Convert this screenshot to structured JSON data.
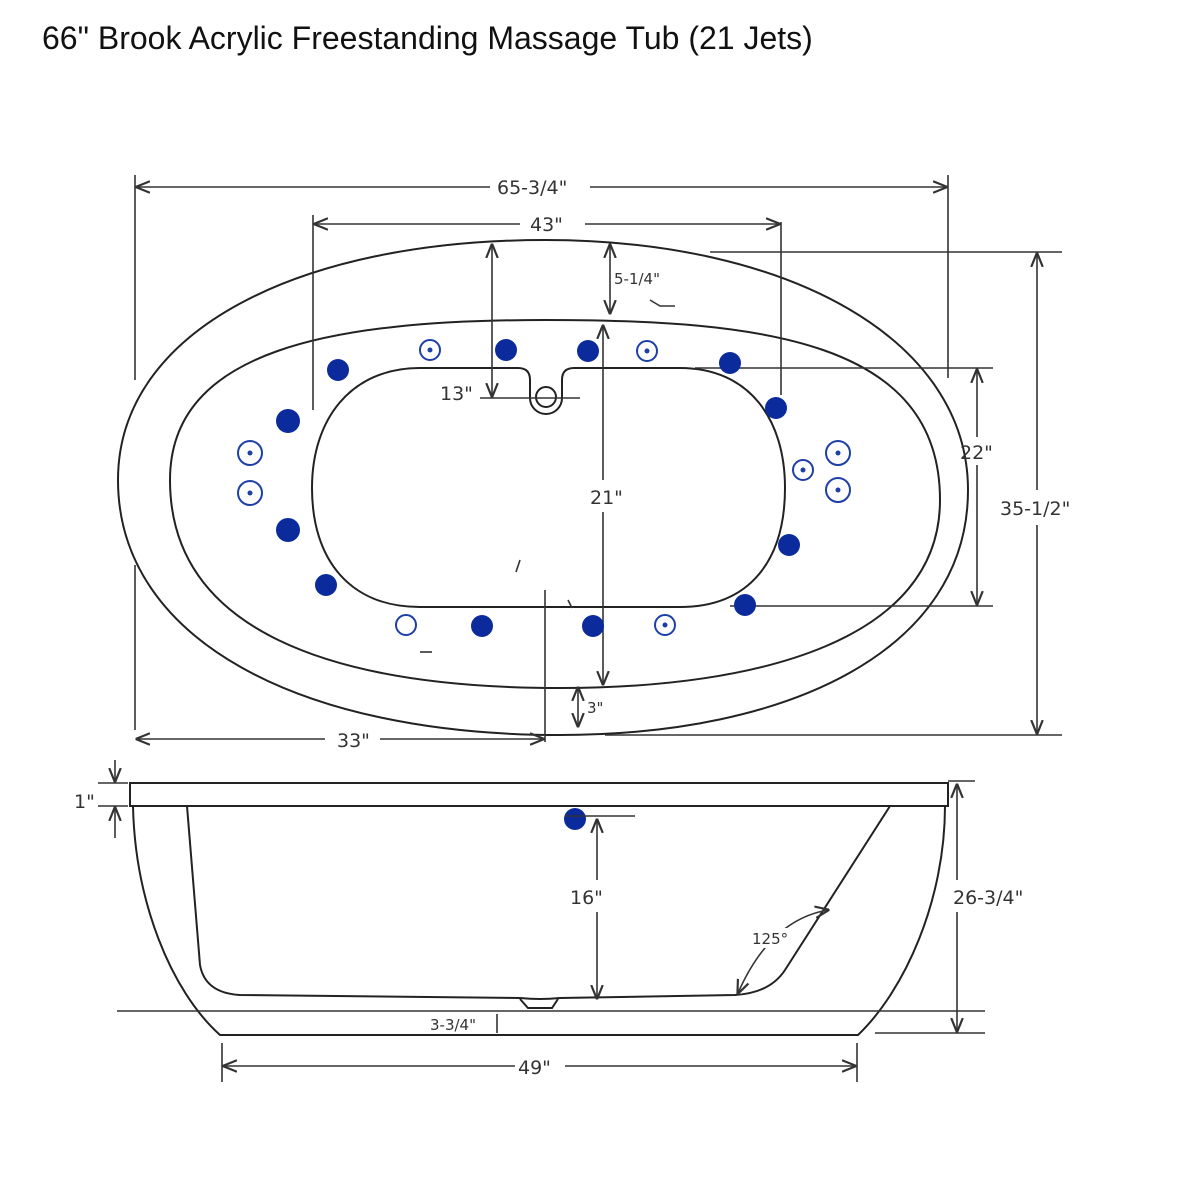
{
  "title": "66\" Brook Acrylic Freestanding Massage Tub (21 Jets)",
  "colors": {
    "jet": "#0b2b9c",
    "line": "#222222"
  },
  "top_view": {
    "overall_length": "65-3/4\"",
    "basin_length": "43\"",
    "rim_to_deck": "5-1/4\"",
    "drain_offset": "13\"",
    "deck_width": "21\"",
    "basin_width": "22\"",
    "overall_width": "35-1/2\"",
    "deck_edge": "3\"",
    "drain_from_end": "33\""
  },
  "side_view": {
    "rim_thickness": "1\"",
    "jet_height": "16\"",
    "overall_height": "26-3/4\"",
    "backrest_angle": "125°",
    "base_height": "3-3/4\"",
    "base_length": "49\""
  }
}
